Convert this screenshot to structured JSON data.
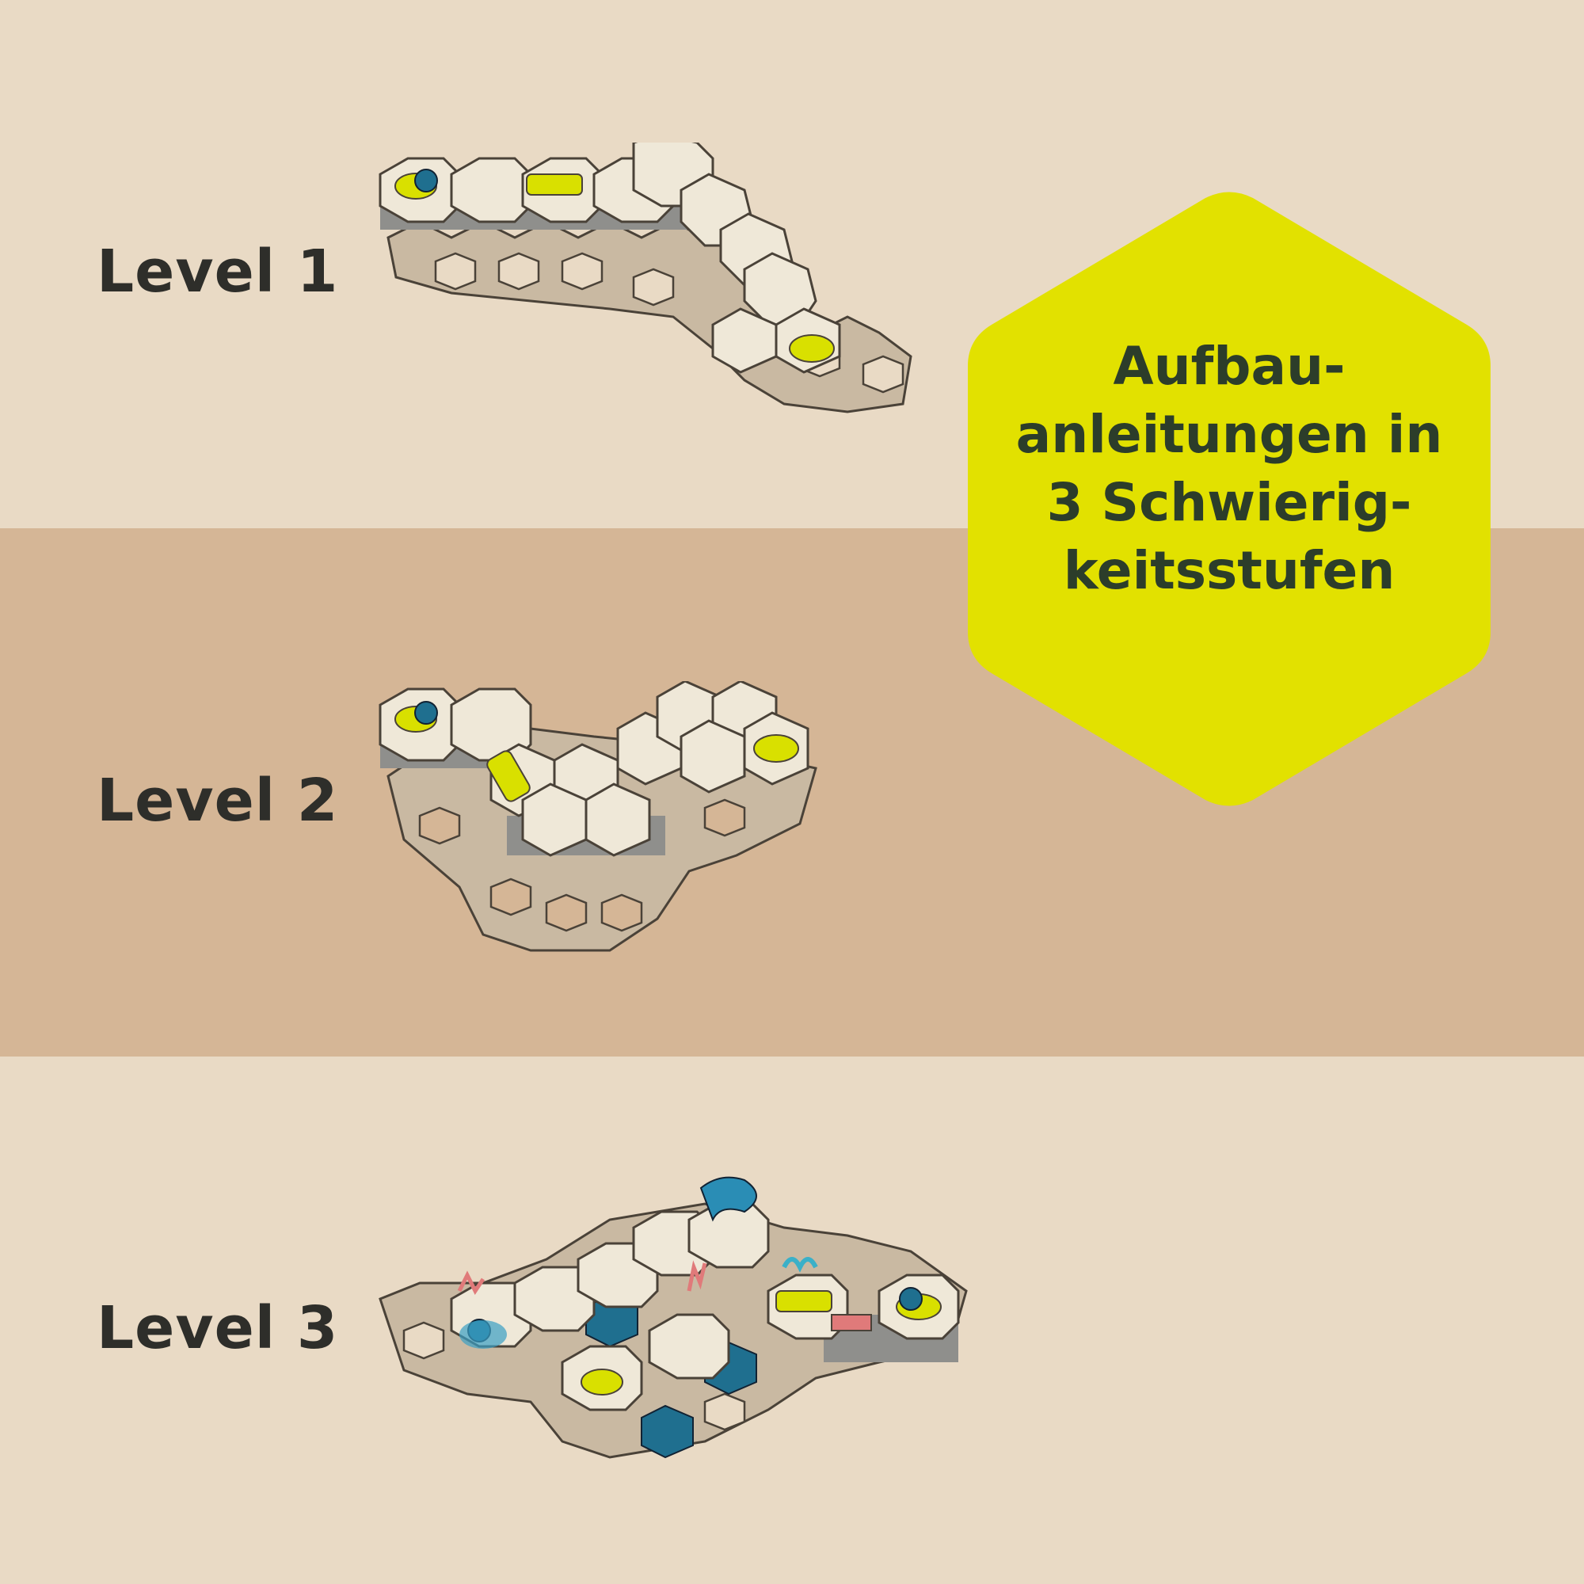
{
  "levels": [
    {
      "label": "Level 1"
    },
    {
      "label": "Level 2"
    },
    {
      "label": "Level 3"
    }
  ],
  "badge": {
    "lines": [
      "Aufbau-",
      "anleitungen in",
      "3 Schwierig-",
      "keitsstufen"
    ],
    "color": "#e2e100"
  },
  "colors": {
    "background_light": "#e9dac5",
    "background_mid": "#d5b696",
    "text": "#2e2e2a",
    "tile": "#efe8d8",
    "grid": "#b8a994",
    "accent_yellow": "#d9e000",
    "marble_blue": "#1f6f8f"
  },
  "icons": [
    "hex-badge-icon",
    "marble-run-level1-illustration",
    "marble-run-level2-illustration",
    "marble-run-level3-illustration"
  ]
}
